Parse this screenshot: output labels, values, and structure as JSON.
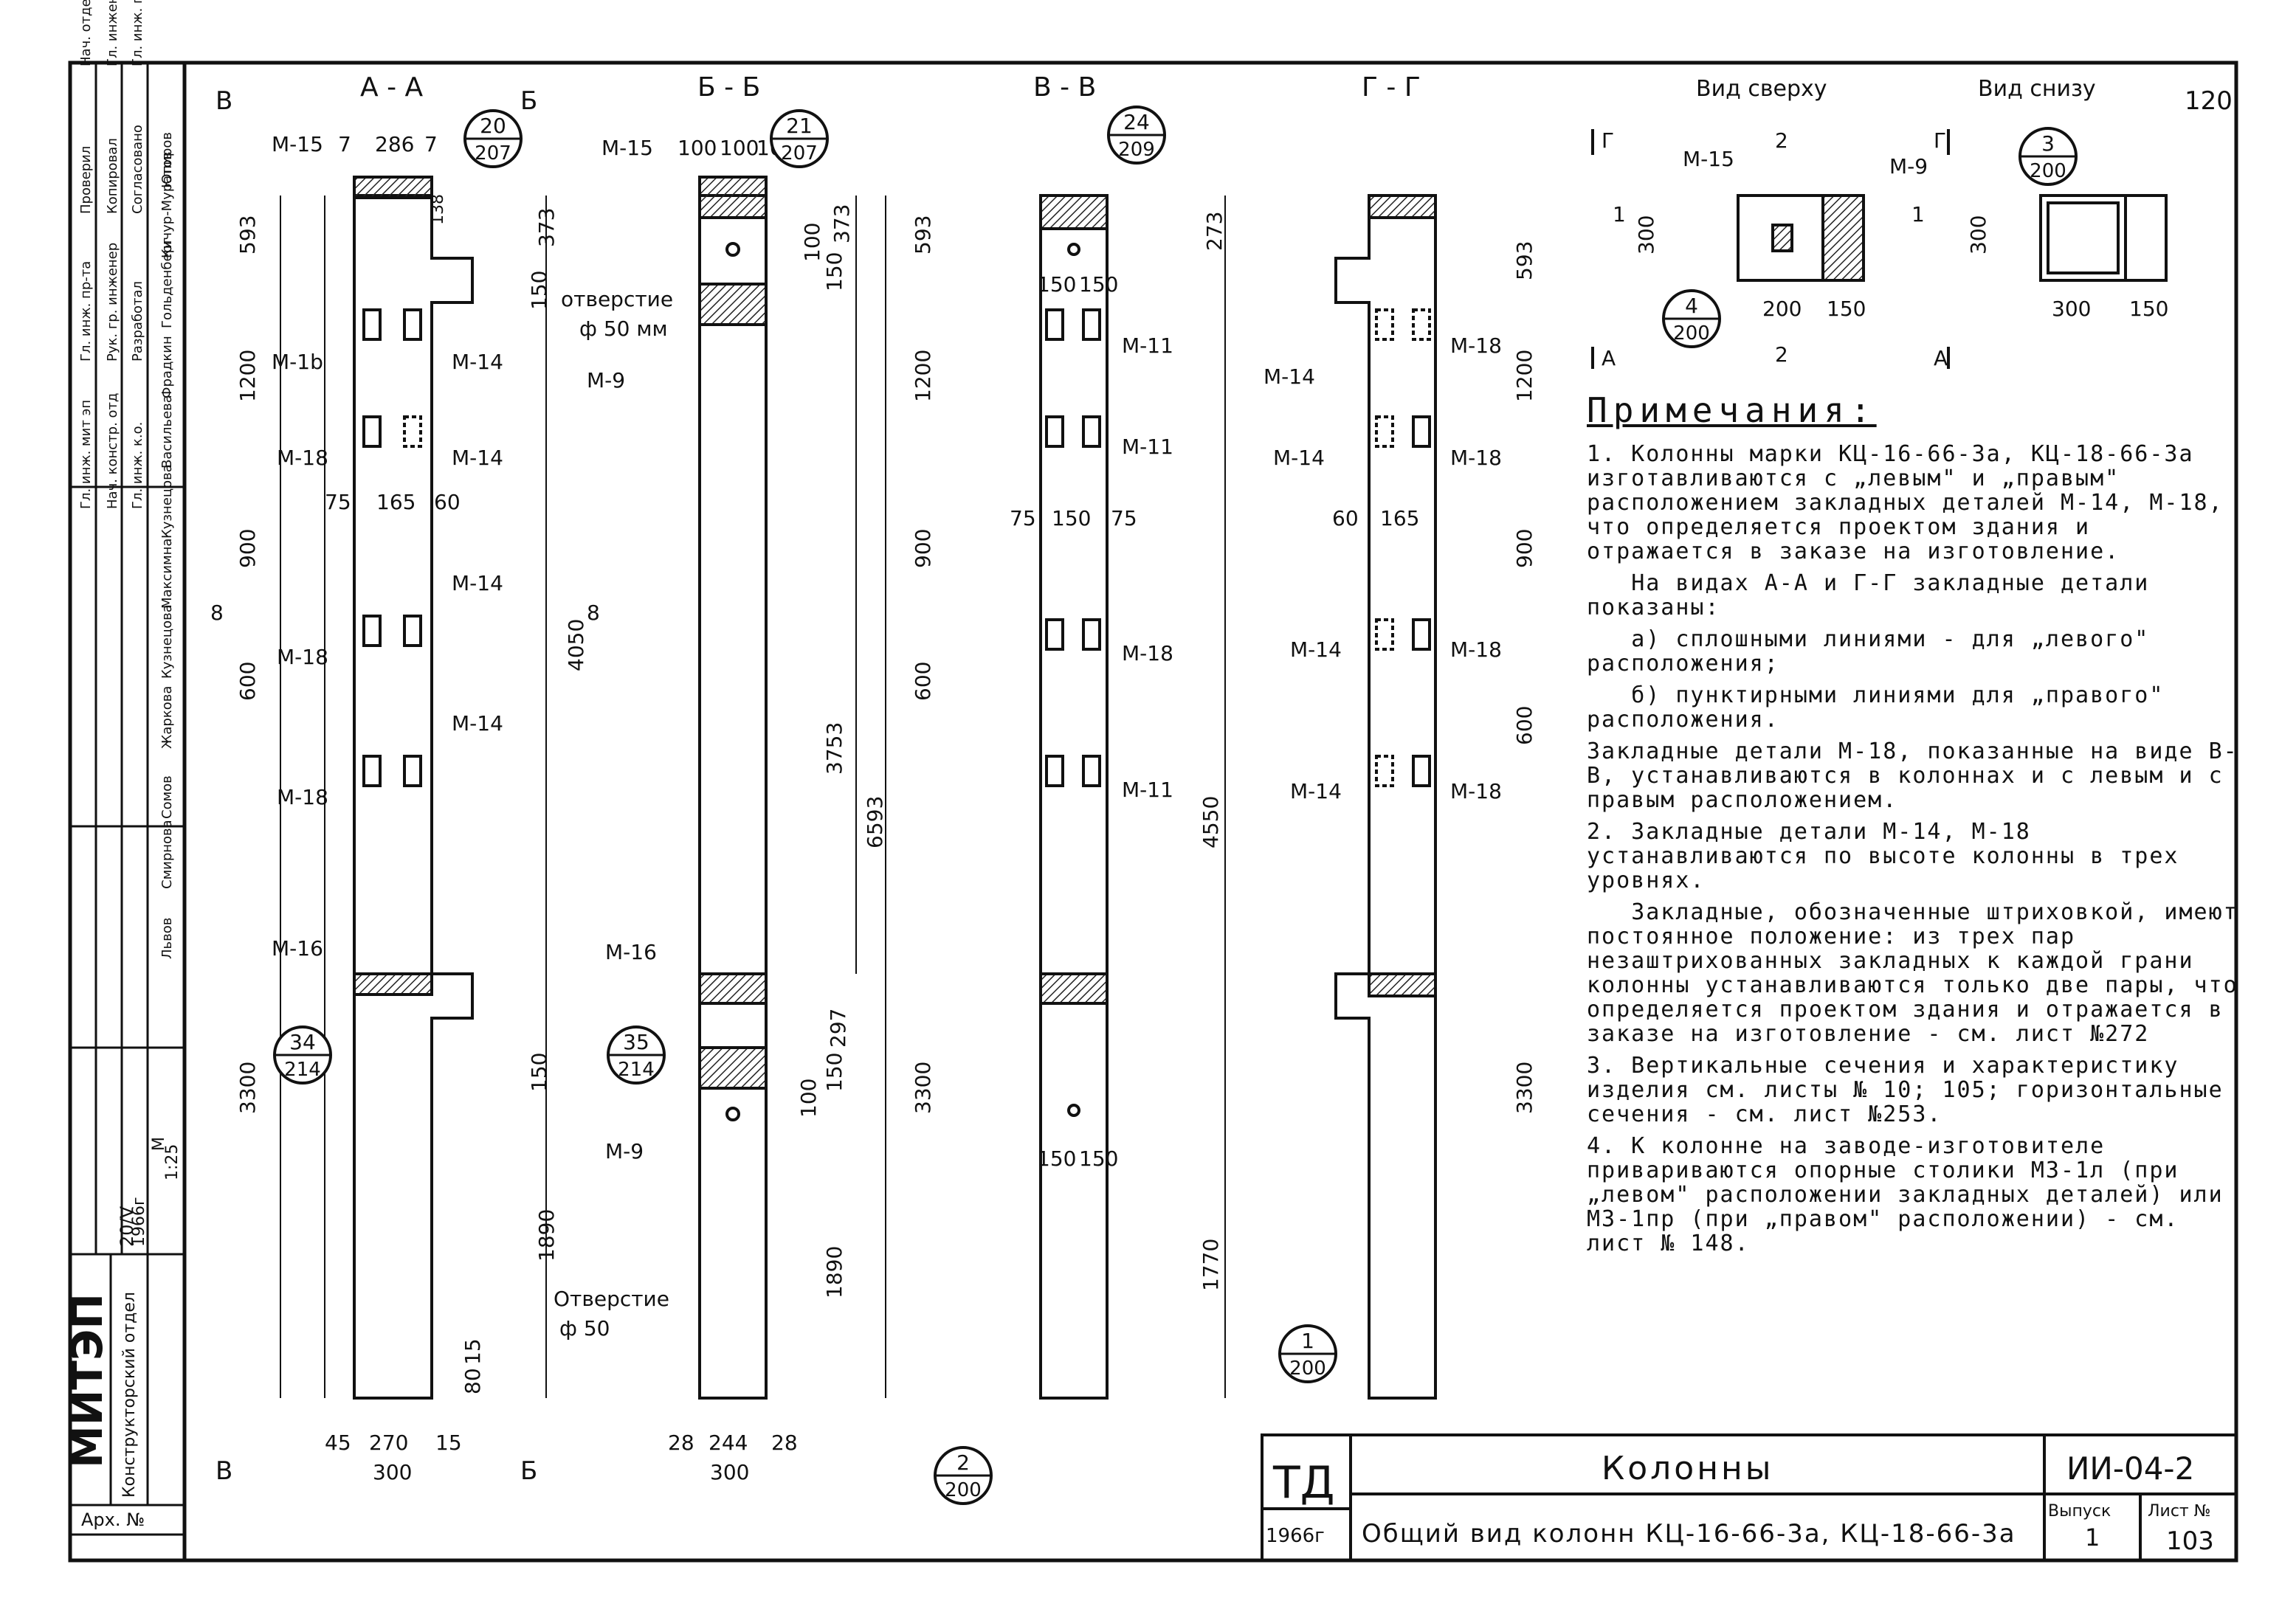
{
  "sheet_number": "120",
  "sections": {
    "aa": "A - A",
    "bb": "Б - Б",
    "vv": "В - В",
    "gg": "Г - Г",
    "top_view": "Вид сверху",
    "bottom_view": "Вид снизу"
  },
  "callouts": [
    {
      "num": "20",
      "den": "207"
    },
    {
      "num": "21",
      "den": "207"
    },
    {
      "num": "24",
      "den": "209"
    },
    {
      "num": "34",
      "den": "214"
    },
    {
      "num": "35",
      "den": "214"
    },
    {
      "num": "2",
      "den": "200"
    },
    {
      "num": "1",
      "den": "200"
    },
    {
      "num": "3",
      "den": "200"
    },
    {
      "num": "4",
      "den": "200"
    }
  ],
  "marks": {
    "m15": "М-15",
    "m14": "М-14",
    "m18": "М-18",
    "m16": "М-16",
    "m9": "М-9",
    "m11": "М-11",
    "m1b": "М-1b"
  },
  "holes": {
    "hole1": "отверстие",
    "hole1_d": "ф 50 мм",
    "hole2": "Отверстие",
    "hole2_d": "ф 50"
  },
  "section_letters": {
    "b": "В",
    "bb": "Б",
    "eight": "8",
    "g": "Г",
    "one": "1",
    "two": "2",
    "a": "А"
  },
  "dims": {
    "d7": "7",
    "d286": "286",
    "d100": "100",
    "d593": "593",
    "d1200": "1200",
    "d900": "900",
    "d600": "600",
    "d3300": "3300",
    "d1890": "1890",
    "d4050": "4050",
    "d3753": "3753",
    "d6593": "6593",
    "d4550": "4550",
    "d1770": "1770",
    "d373": "373",
    "d273": "273",
    "d150": "150",
    "d297": "297",
    "d75": "75",
    "d165": "165",
    "d60": "60",
    "d45": "45",
    "d270": "270",
    "d15": "15",
    "d300": "300",
    "d28": "28",
    "d244": "244",
    "d138": "138",
    "d80": "80",
    "d200": "200"
  },
  "notes": {
    "title": "Примечания:",
    "p1": "1. Колонны марки КЦ-16-66-3а, КЦ-18-66-3а изготавливаются с „левым\" и „правым\" расположением закладных деталей М-14, М-18, что определяется проектом здания и отражается в заказе на изготовление.",
    "p1b": "   На видах А-А и Г-Г закладные детали показаны:",
    "p1c": "   а) сплошными линиями - для „левого\" расположения;",
    "p1d": "   б) пунктирными линиями для „правого\" расположения.",
    "p1e": "Закладные детали М-18, показанные на виде В-В, устанавливаются в колоннах и с левым и с правым расположением.",
    "p2": "2. Закладные детали М-14, М-18 устанавливаются по высоте колонны в трех уровнях.",
    "p2b": "   Закладные, обозначенные штриховкой, имеют постоянное положение: из трех пар незаштрихованных закладных к каждой грани колонны устанавливаются только две пары, что определяется проектом здания и отражается в заказе на изготовление - см. лист №272",
    "p3": "3. Вертикальные сечения и характеристику изделия см. листы № 10; 105; горизонтальные сечения - см. лист №253.",
    "p4": "4. К колонне на заводе-изготовителе привариваются опорные столики М3-1л (при „левом\" расположении закладных деталей) или М3-1пр (при „правом\" расположении) - см. лист № 148."
  },
  "left_stamp": {
    "org": "МИТЭП",
    "dept": "Конструкторский отдел",
    "year": "1966г",
    "date_code": "20/V",
    "scale_label": "М",
    "scale": "1:25",
    "archive": "Арх. №",
    "rows": [
      "Гл. инж. мит эп",
      "Нач. констр. отд",
      "Гл. инж. к.о.",
      "Гл. инж. пр-та",
      "Рук. гр. инженер",
      "Разработал",
      "Проверил",
      "Копировал",
      "Согласовано",
      "Нач. отдела",
      "Гл. инженер",
      "Гл. инж. пр-та"
    ],
    "names": [
      "Львов",
      "Смирнова",
      "Сомов",
      "Жаркова",
      "Кузнецова",
      "Максимна",
      "Кузнецова",
      "Васильева",
      "Фрадкин",
      "Гольденберг",
      "Кичур-Муратов",
      "Юпиров"
    ]
  },
  "title_block": {
    "td": "ТД",
    "td_year": "1966г",
    "name": "Колонны",
    "desc": "Общий вид колонн КЦ-16-66-3а, КЦ-18-66-3а",
    "code": "ИИ-04-2",
    "issue_label": "Выпуск",
    "issue": "1",
    "sheet_label": "Лист №",
    "sheet": "103"
  }
}
